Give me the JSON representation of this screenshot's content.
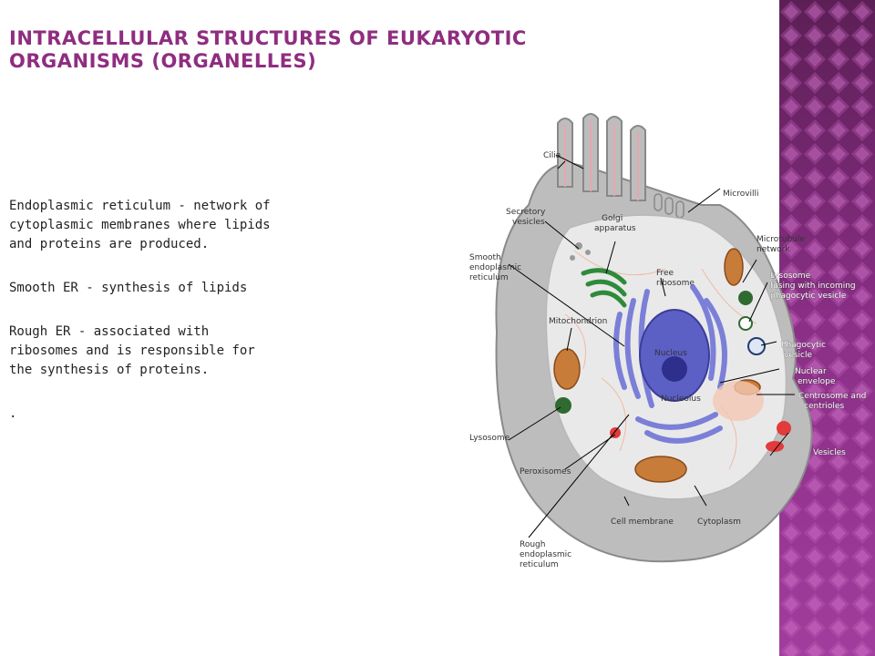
{
  "slide": {
    "title": "Intracellular structures of eukaryotic organisms (Organelles)",
    "paragraphs": [
      "Endoplasmic reticulum - network of cytoplasmic membranes where lipids and proteins are produced.",
      "Smooth ER - synthesis of lipids",
      "Rough ER - associated with ribosomes and is responsible for the synthesis of proteins."
    ],
    "trailing_dot": "."
  },
  "diagram": {
    "labels": {
      "cilia": "Cilia",
      "microvilli": "Microvilli",
      "secretory_1": "Secretory",
      "secretory_2": "vesicles",
      "golgi_1": "Golgi",
      "golgi_2": "apparatus",
      "smooth_er_1": "Smooth",
      "smooth_er_2": "endoplasmic",
      "smooth_er_3": "reticulum",
      "free_ribosome_1": "Free",
      "free_ribosome_2": "ribosome",
      "microtubule_1": "Microtubule",
      "microtubule_2": "network",
      "lysosome_fusing_1": "Lysosome",
      "lysosome_fusing_2": "fusing with incoming",
      "lysosome_fusing_3": "phagocytic vesicle",
      "mitochondrion": "Mitochondrion",
      "nucleus": "Nucleus",
      "nucleolus": "Nucleolus",
      "phagocytic_1": "Phagocytic",
      "phagocytic_2": "vesicle",
      "nuclear_env_1": "Nuclear",
      "nuclear_env_2": "envelope",
      "centrosome_1": "Centrosome and",
      "centrosome_2": "centrioles",
      "lysosome": "Lysosome",
      "vesicles": "Vesicles",
      "peroxisomes": "Peroxisomes",
      "cell_membrane": "Cell membrane",
      "cytoplasm": "Cytoplasm",
      "rough_er_1": "Rough",
      "rough_er_2": "endoplasmic",
      "rough_er_3": "reticulum"
    }
  },
  "colors": {
    "title": "#8f2d80",
    "sidebar_base": "#8a2f86",
    "sidebar_diamond": "#b24fae"
  }
}
